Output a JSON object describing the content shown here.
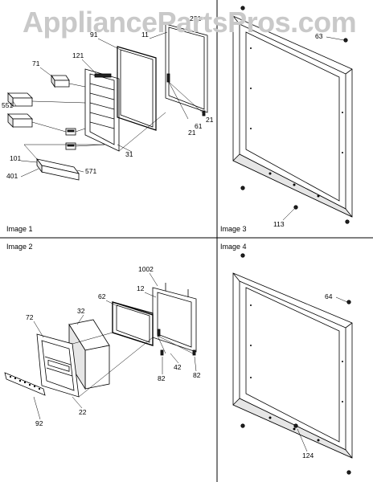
{
  "watermark": "AppliancePartsPros.com",
  "panels": [
    {
      "title": "Image 1",
      "callouts": [
        "231",
        "91",
        "11",
        "121",
        "71",
        "551",
        "21",
        "61",
        "21",
        "31",
        "101",
        "571",
        "401"
      ]
    },
    {
      "title": "Image 3",
      "callouts": [
        "63",
        "113"
      ]
    },
    {
      "title": "Image 2",
      "callouts": [
        "1002",
        "12",
        "62",
        "72",
        "32",
        "42",
        "82",
        "82",
        "92",
        "22"
      ]
    },
    {
      "title": "Image 4",
      "callouts": [
        "64",
        "124"
      ]
    }
  ]
}
